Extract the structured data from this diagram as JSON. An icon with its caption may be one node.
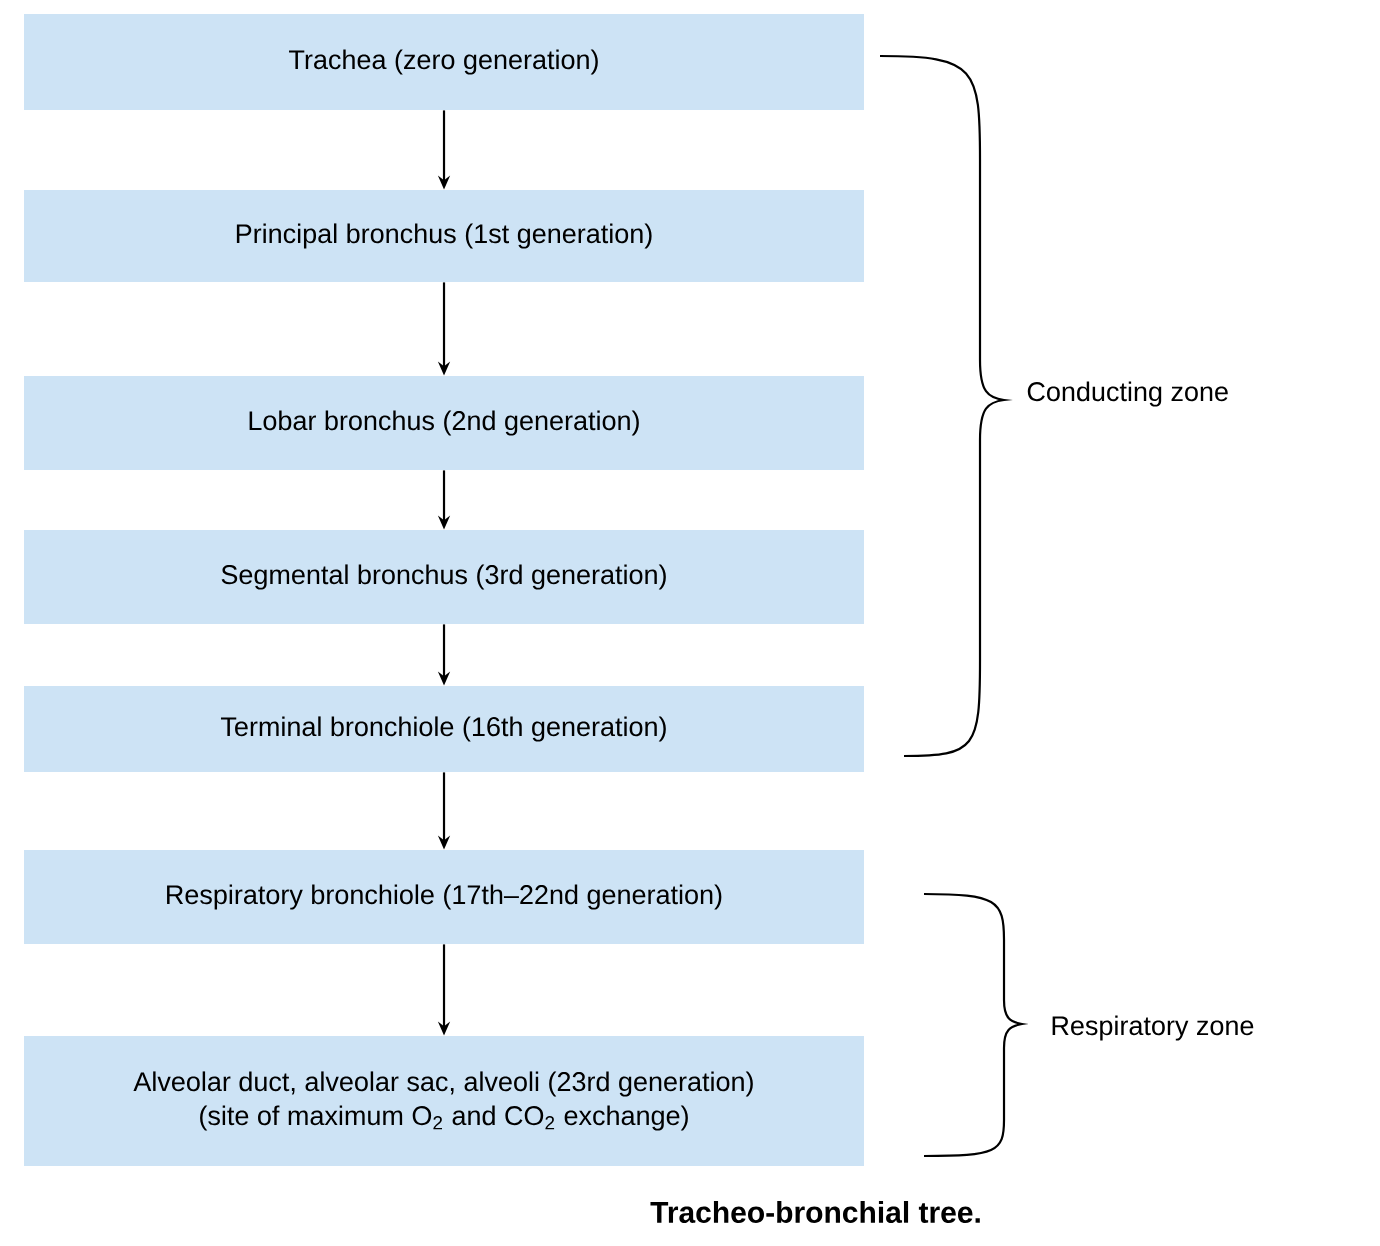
{
  "diagram": {
    "caption": "Tracheo-bronchial tree.",
    "nodes": [
      {
        "text": [
          "Trachea (zero generation)"
        ]
      },
      {
        "text": [
          "Principal bronchus (1st generation)"
        ]
      },
      {
        "text": [
          "Lobar bronchus  (2nd generation)"
        ]
      },
      {
        "text": [
          "Segmental bronchus (3rd generation)"
        ]
      },
      {
        "text": [
          "Terminal bronchiole (16th generation)"
        ]
      },
      {
        "text": [
          "Respiratory bronchiole (17th–22nd  generation)"
        ]
      },
      {
        "text": [
          "Alveolar duct, alveolar sac, alveoli (23rd generation)",
          "(site of maximum O$_{2}$ and CO$_{2}$ exchange)"
        ]
      }
    ],
    "edges": [
      {
        "from": 0,
        "to": 1,
        "arrow": "to"
      },
      {
        "from": 1,
        "to": 2,
        "arrow": "to"
      },
      {
        "from": 2,
        "to": 3,
        "arrow": "to"
      },
      {
        "from": 3,
        "to": 4,
        "arrow": "to"
      },
      {
        "from": 4,
        "to": 5,
        "arrow": "to"
      },
      {
        "from": 5,
        "to": 6,
        "arrow": "to"
      }
    ],
    "labels": [
      "Conducting zone",
      "Respiratory zone"
    ]
  }
}
